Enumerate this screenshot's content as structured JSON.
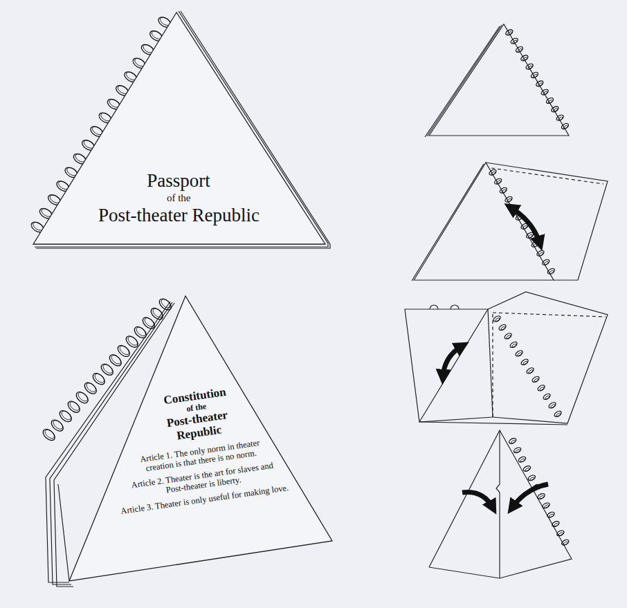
{
  "diagram": {
    "nodes": [
      {
        "text": [
          "Passport",
          "of the",
          "Post-theater Republic"
        ]
      },
      {
        "text": [
          "Constitution",
          "of the",
          "Post-theater Republic",
          "Article 1. The only norm in theater creation is that there is no norm.",
          "Article 2. Theater is the art for slaves and Post-theater is liberty.",
          "Article 3. Theater is only useful for making love."
        ]
      }
    ]
  }
}
